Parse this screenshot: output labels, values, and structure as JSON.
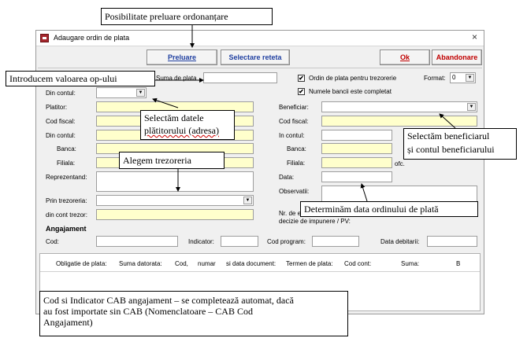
{
  "window": {
    "title": "Adaugare ordin de plata",
    "close_glyph": "×"
  },
  "toolbar": {
    "preluare": "Preluare",
    "selectare_reteta": "Selectare reteta",
    "ok": "Ok",
    "abandonare": "Abandonare"
  },
  "form": {
    "suma_de_plata": "Suma de plata",
    "op_trezorerie": "Ordin de plata pentru trezorerie",
    "op_trezorerie_checked": "✔",
    "format": "Format:",
    "format_value": "0",
    "numele_bancii": "Numele bancii este completat",
    "numele_bancii_checked": "✔",
    "din_contul": "Din contul:",
    "platitor": "Platitor:",
    "cod_fiscal": "Cod fiscal:",
    "din_contul2": "Din contul:",
    "banca": "Banca:",
    "filiala": "Filiala:",
    "reprezentand": "Reprezentand:",
    "prin_trezoreria": "Prin trezoreria:",
    "din_cont_trezor": "din cont trezor:",
    "beneficiar": "Beneficiar:",
    "cod_fiscal_ben": "Cod fiscal:",
    "in_contul": "In contul:",
    "banca_ben": "Banca:",
    "filiala_ben": "Filiala:",
    "ofc": "ofc.",
    "data": "Data:",
    "observatii": "Observatii:",
    "nr_de": "Nr. de e",
    "decizie": "decizie de impunere / PV:"
  },
  "angajament": {
    "title": "Angajament",
    "cod": "Cod:",
    "indicator": "Indicator:",
    "cod_program": "Cod program:",
    "data_debitarii": "Data debitarii:"
  },
  "table": {
    "headers": [
      "Obligatie de plata:",
      "Suma datorata:",
      "Cod,",
      "numar",
      "si data document:",
      "Termen de plata:",
      "Cod cont:",
      "Suma:",
      "B"
    ]
  },
  "callouts": {
    "preluare": "Posibilitate preluare ordonanțare",
    "valoarea": "Introducem valoarea op-ului",
    "platitor_line1": "Selectăm datele",
    "platitor_line2": "plătitorului (adresa)",
    "trezoreria": "Alegem trezoreria",
    "beneficiar_line1": "Selectăm beneficiarul",
    "beneficiar_line2": "și contul beneficiarului",
    "data_ordin": "Determinăm data ordinului de plată",
    "cab_line1": "Cod si Indicator CAB angajament – se completează automat, dacă",
    "cab_line2": "au fost importate sin CAB (Nomenclatoare – CAB Cod",
    "cab_line3": "Angajament)"
  }
}
